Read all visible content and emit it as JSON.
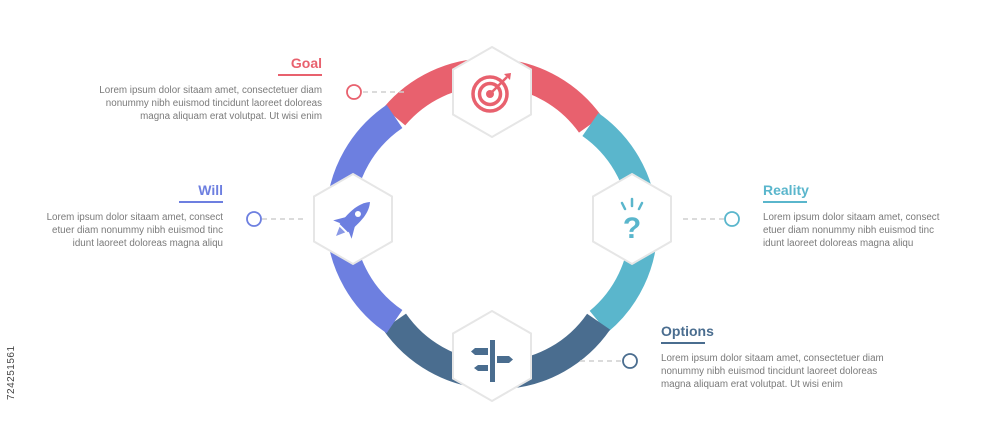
{
  "colors": {
    "goal": "#e8616e",
    "reality": "#5ab6cc",
    "options": "#4a6d8f",
    "will": "#6d7fe0",
    "hex_stroke": "#e6e6e6",
    "hex_fill": "#ffffff",
    "connector": "#cfcfcf",
    "body_text": "#7a7a7a"
  },
  "items": [
    {
      "key": "goal",
      "title": "Goal",
      "body": "Lorem ipsum dolor sitaam amet, consectetuer diam\nnonummy  nibh euismod tincidunt laoreet doloreas\nmagna aliquam erat volutpat. Ut wisi enim",
      "icon": "target-icon"
    },
    {
      "key": "reality",
      "title": "Reality",
      "body": "Lorem ipsum dolor sitaam amet, consect\netuer diam nonummy  nibh euismod tinc\nidunt laoreet doloreas magna aliqu",
      "icon": "question-icon"
    },
    {
      "key": "options",
      "title": "Options",
      "body": "Lorem ipsum dolor sitaam amet, consectetuer diam\nnonummy  nibh euismod tincidunt laoreet doloreas\nmagna aliquam erat volutpat. Ut wisi enim",
      "icon": "signpost-icon"
    },
    {
      "key": "will",
      "title": "Will",
      "body": "Lorem ipsum dolor sitaam amet, consect\netuer diam nonummy  nibh euismod tinc\nidunt laoreet doloreas magna aliqu",
      "icon": "rocket-icon"
    }
  ],
  "stock_id": "724251561"
}
